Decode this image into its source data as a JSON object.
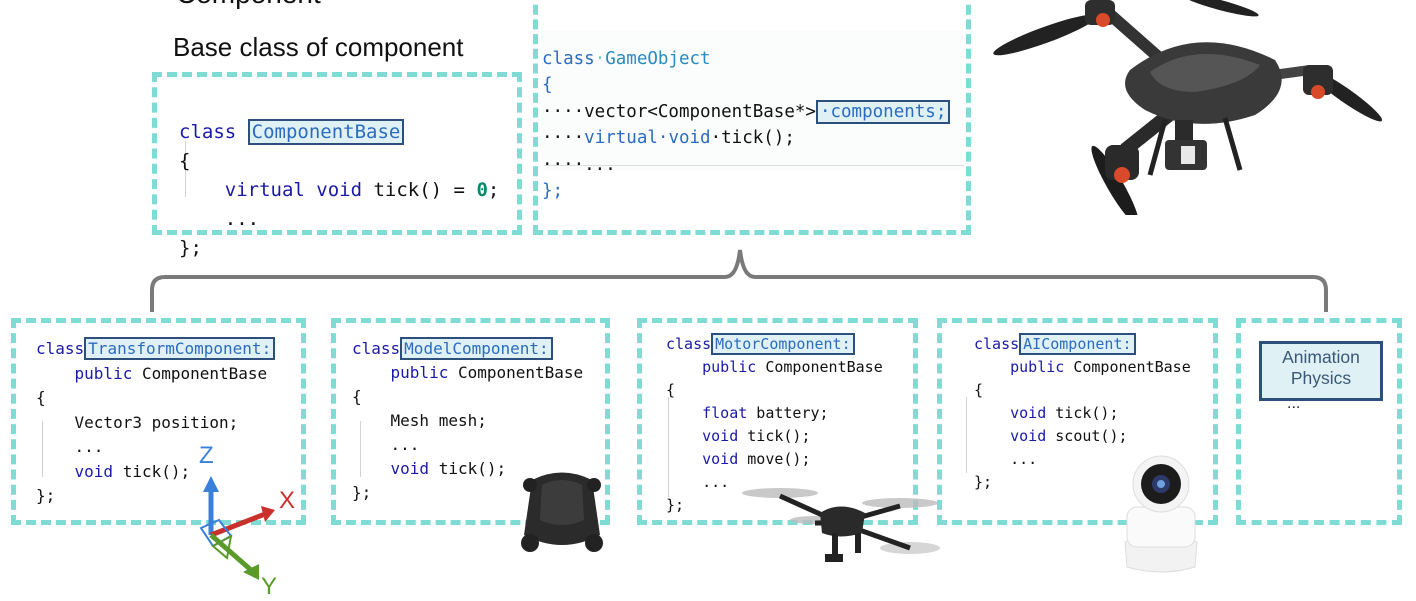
{
  "partial_title": "Component",
  "base_caption": "Base class of component",
  "base_box": {
    "l1_kw": "class",
    "l1_name": "ComponentBase",
    "l2": "{",
    "l3_kw": "virtual void",
    "l3_fn": " tick() = ",
    "l3_num": "0",
    "l3_end": ";",
    "l4": "...",
    "l5": "};"
  },
  "gameobject_box": {
    "l1_kw": "class",
    "l1_dot": "·",
    "l1_name": "GameObject",
    "l2": "{",
    "l3_pre": "····vector<ComponentBase*>",
    "l3_hl": "·components;",
    "l4_pre": "····",
    "l4_kw": "virtual·void",
    "l4_fn": "·tick();",
    "l5": "····...",
    "l6": "};"
  },
  "components": [
    {
      "kw": "class",
      "name": "TransformComponent:",
      "lines": [
        "    public ComponentBase",
        "{",
        "    Vector3 position;",
        "    ...",
        "    void tick();",
        "};"
      ]
    },
    {
      "kw": "class",
      "name": "ModelComponent:",
      "lines": [
        "    public ComponentBase",
        "{",
        "    Mesh mesh;",
        "    ...",
        "    void tick();",
        "};"
      ]
    },
    {
      "kw": "class",
      "name": "MotorComponent:",
      "lines": [
        "    public ComponentBase",
        "{",
        "    float battery;",
        "    void tick();",
        "    void move();",
        "    ...",
        "};"
      ]
    },
    {
      "kw": "class",
      "name": "AIComponent:",
      "lines": [
        "    public ComponentBase",
        "{",
        "    void tick();",
        "    void scout();",
        "    ...",
        "};"
      ]
    }
  ],
  "other_box": {
    "line1": "Animation",
    "line2": "Physics",
    "ellipsis": "..."
  },
  "axes": {
    "z": "Z",
    "x": "X",
    "y": "Y"
  },
  "colors": {
    "dash": "#7fdcd4",
    "highlight_border": "#2c4f7c",
    "highlight_fill": "#dff1f4",
    "keyword": "#1a1aa6"
  }
}
